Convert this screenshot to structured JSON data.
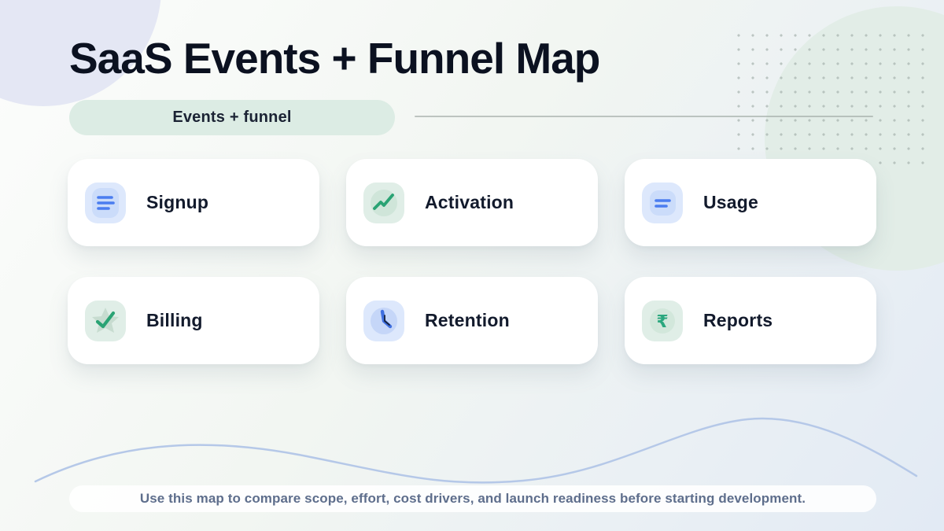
{
  "page": {
    "title": "SaaS Events + Funnel Map"
  },
  "badge": {
    "label": "Events + funnel"
  },
  "cards": [
    {
      "label": "Signup",
      "icon": "list-lines-icon",
      "theme": "blue"
    },
    {
      "label": "Activation",
      "icon": "trend-up-icon",
      "theme": "green"
    },
    {
      "label": "Usage",
      "icon": "short-lines-icon",
      "theme": "blue"
    },
    {
      "label": "Billing",
      "icon": "star-check-icon",
      "theme": "green"
    },
    {
      "label": "Retention",
      "icon": "clock-icon",
      "theme": "blue"
    },
    {
      "label": "Reports",
      "icon": "rupee-icon",
      "theme": "green",
      "rupee_glyph": "₹"
    }
  ],
  "footer": {
    "note": "Use this map to compare scope, effort, cost drivers, and launch readiness before starting development."
  },
  "colors": {
    "accent_blue": "#4a7df0",
    "accent_green": "#2aa374",
    "badge_bg": "#dcece4",
    "title_text": "#0b1120",
    "footer_text": "#5e6e8c",
    "wave_stroke": "#b5c8e8"
  }
}
